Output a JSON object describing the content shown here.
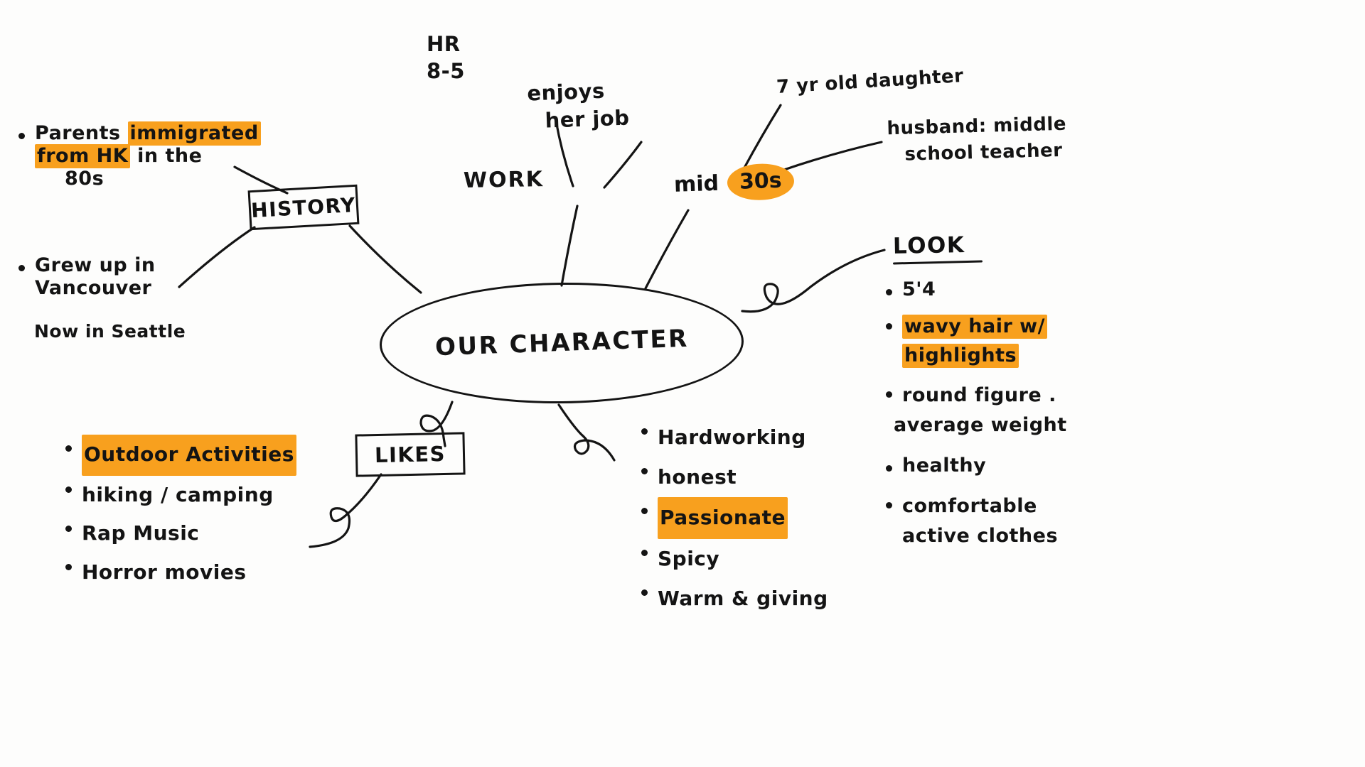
{
  "center": {
    "label": "OUR CHARACTER"
  },
  "history": {
    "box_label": "HISTORY",
    "items": [
      {
        "lines": [
          "Parents immigrated",
          "from HK in the",
          "80s"
        ],
        "highlight": "immigrated from HK"
      },
      {
        "lines": [
          "Grew up in",
          "Vancouver"
        ],
        "highlight": ""
      }
    ],
    "note": "Now in Seattle"
  },
  "work": {
    "label": "WORK",
    "role_lines": [
      "HR",
      "8-5"
    ],
    "attitude_lines": [
      "enjoys",
      "her job"
    ]
  },
  "age": {
    "prefix": "mid",
    "value": "30s",
    "family": [
      "7 yr old daughter",
      "husband: middle",
      "school teacher"
    ],
    "daughter": "7 yr old daughter",
    "husband_line1": "husband: middle",
    "husband_line2": "school teacher"
  },
  "look": {
    "heading": "LOOK",
    "items": [
      {
        "text": "5'4",
        "lines": [
          "5'4"
        ],
        "highlight": false
      },
      {
        "text": "wavy hair w/ highlights",
        "lines": [
          "wavy hair w/",
          "highlights"
        ],
        "highlight": true
      },
      {
        "text": "round figure . average weight",
        "lines": [
          "round figure .",
          "average weight"
        ],
        "highlight": false
      },
      {
        "text": "healthy",
        "lines": [
          "healthy"
        ],
        "highlight": false
      },
      {
        "text": "comfortable active clothes",
        "lines": [
          "comfortable",
          "active clothes"
        ],
        "highlight": false
      }
    ]
  },
  "likes": {
    "box_label": "LIKES",
    "items": [
      {
        "text": "Outdoor Activities",
        "highlight": true
      },
      {
        "text": "hiking / camping",
        "highlight": false
      },
      {
        "text": "Rap Music",
        "highlight": false
      },
      {
        "text": "Horror movies",
        "highlight": false
      }
    ]
  },
  "traits": {
    "items": [
      {
        "text": "Hardworking",
        "highlight": false
      },
      {
        "text": "honest",
        "highlight": false
      },
      {
        "text": "Passionate",
        "highlight": true
      },
      {
        "text": "Spicy",
        "highlight": false
      },
      {
        "text": "Warm & giving",
        "highlight": false
      }
    ]
  },
  "colors": {
    "ink": "#141414",
    "highlighter": "#F8A01E",
    "paper": "#fdfdfc"
  }
}
